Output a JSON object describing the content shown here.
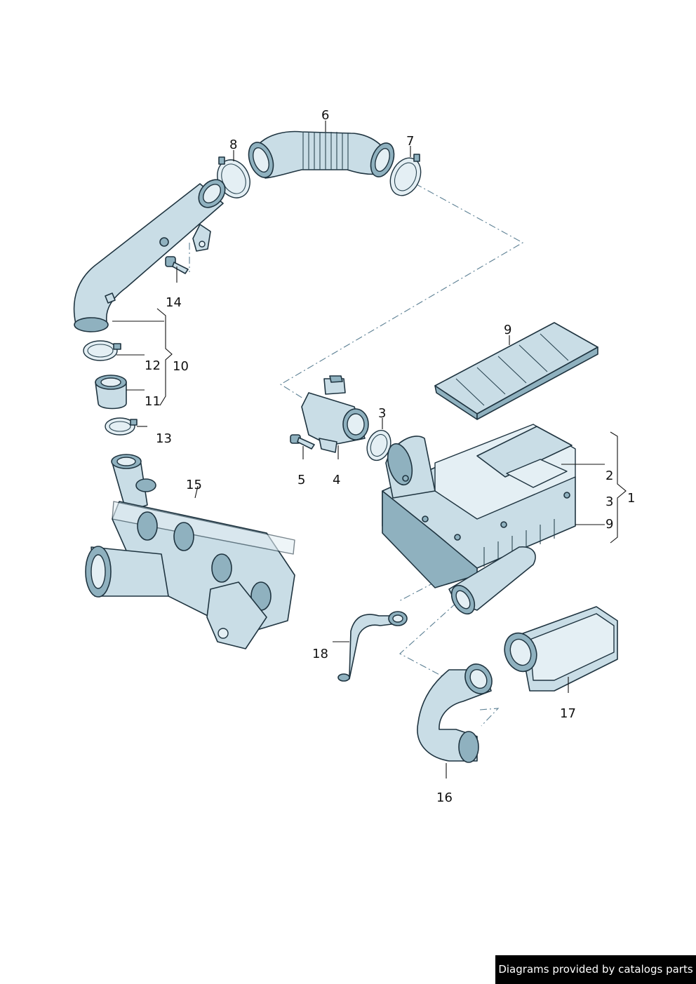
{
  "labels": {
    "l1": "1",
    "l2": "2",
    "l3a": "3",
    "l3b": "3",
    "l4": "4",
    "l5": "5",
    "l6": "6",
    "l7": "7",
    "l8": "8",
    "l9a": "9",
    "l9b": "9",
    "l10": "10",
    "l11": "11",
    "l12": "12",
    "l13": "13",
    "l14": "14",
    "l15": "15",
    "l16": "16",
    "l17": "17",
    "l18": "18"
  },
  "footer": {
    "text": "Diagrams provided by catalogs parts"
  }
}
